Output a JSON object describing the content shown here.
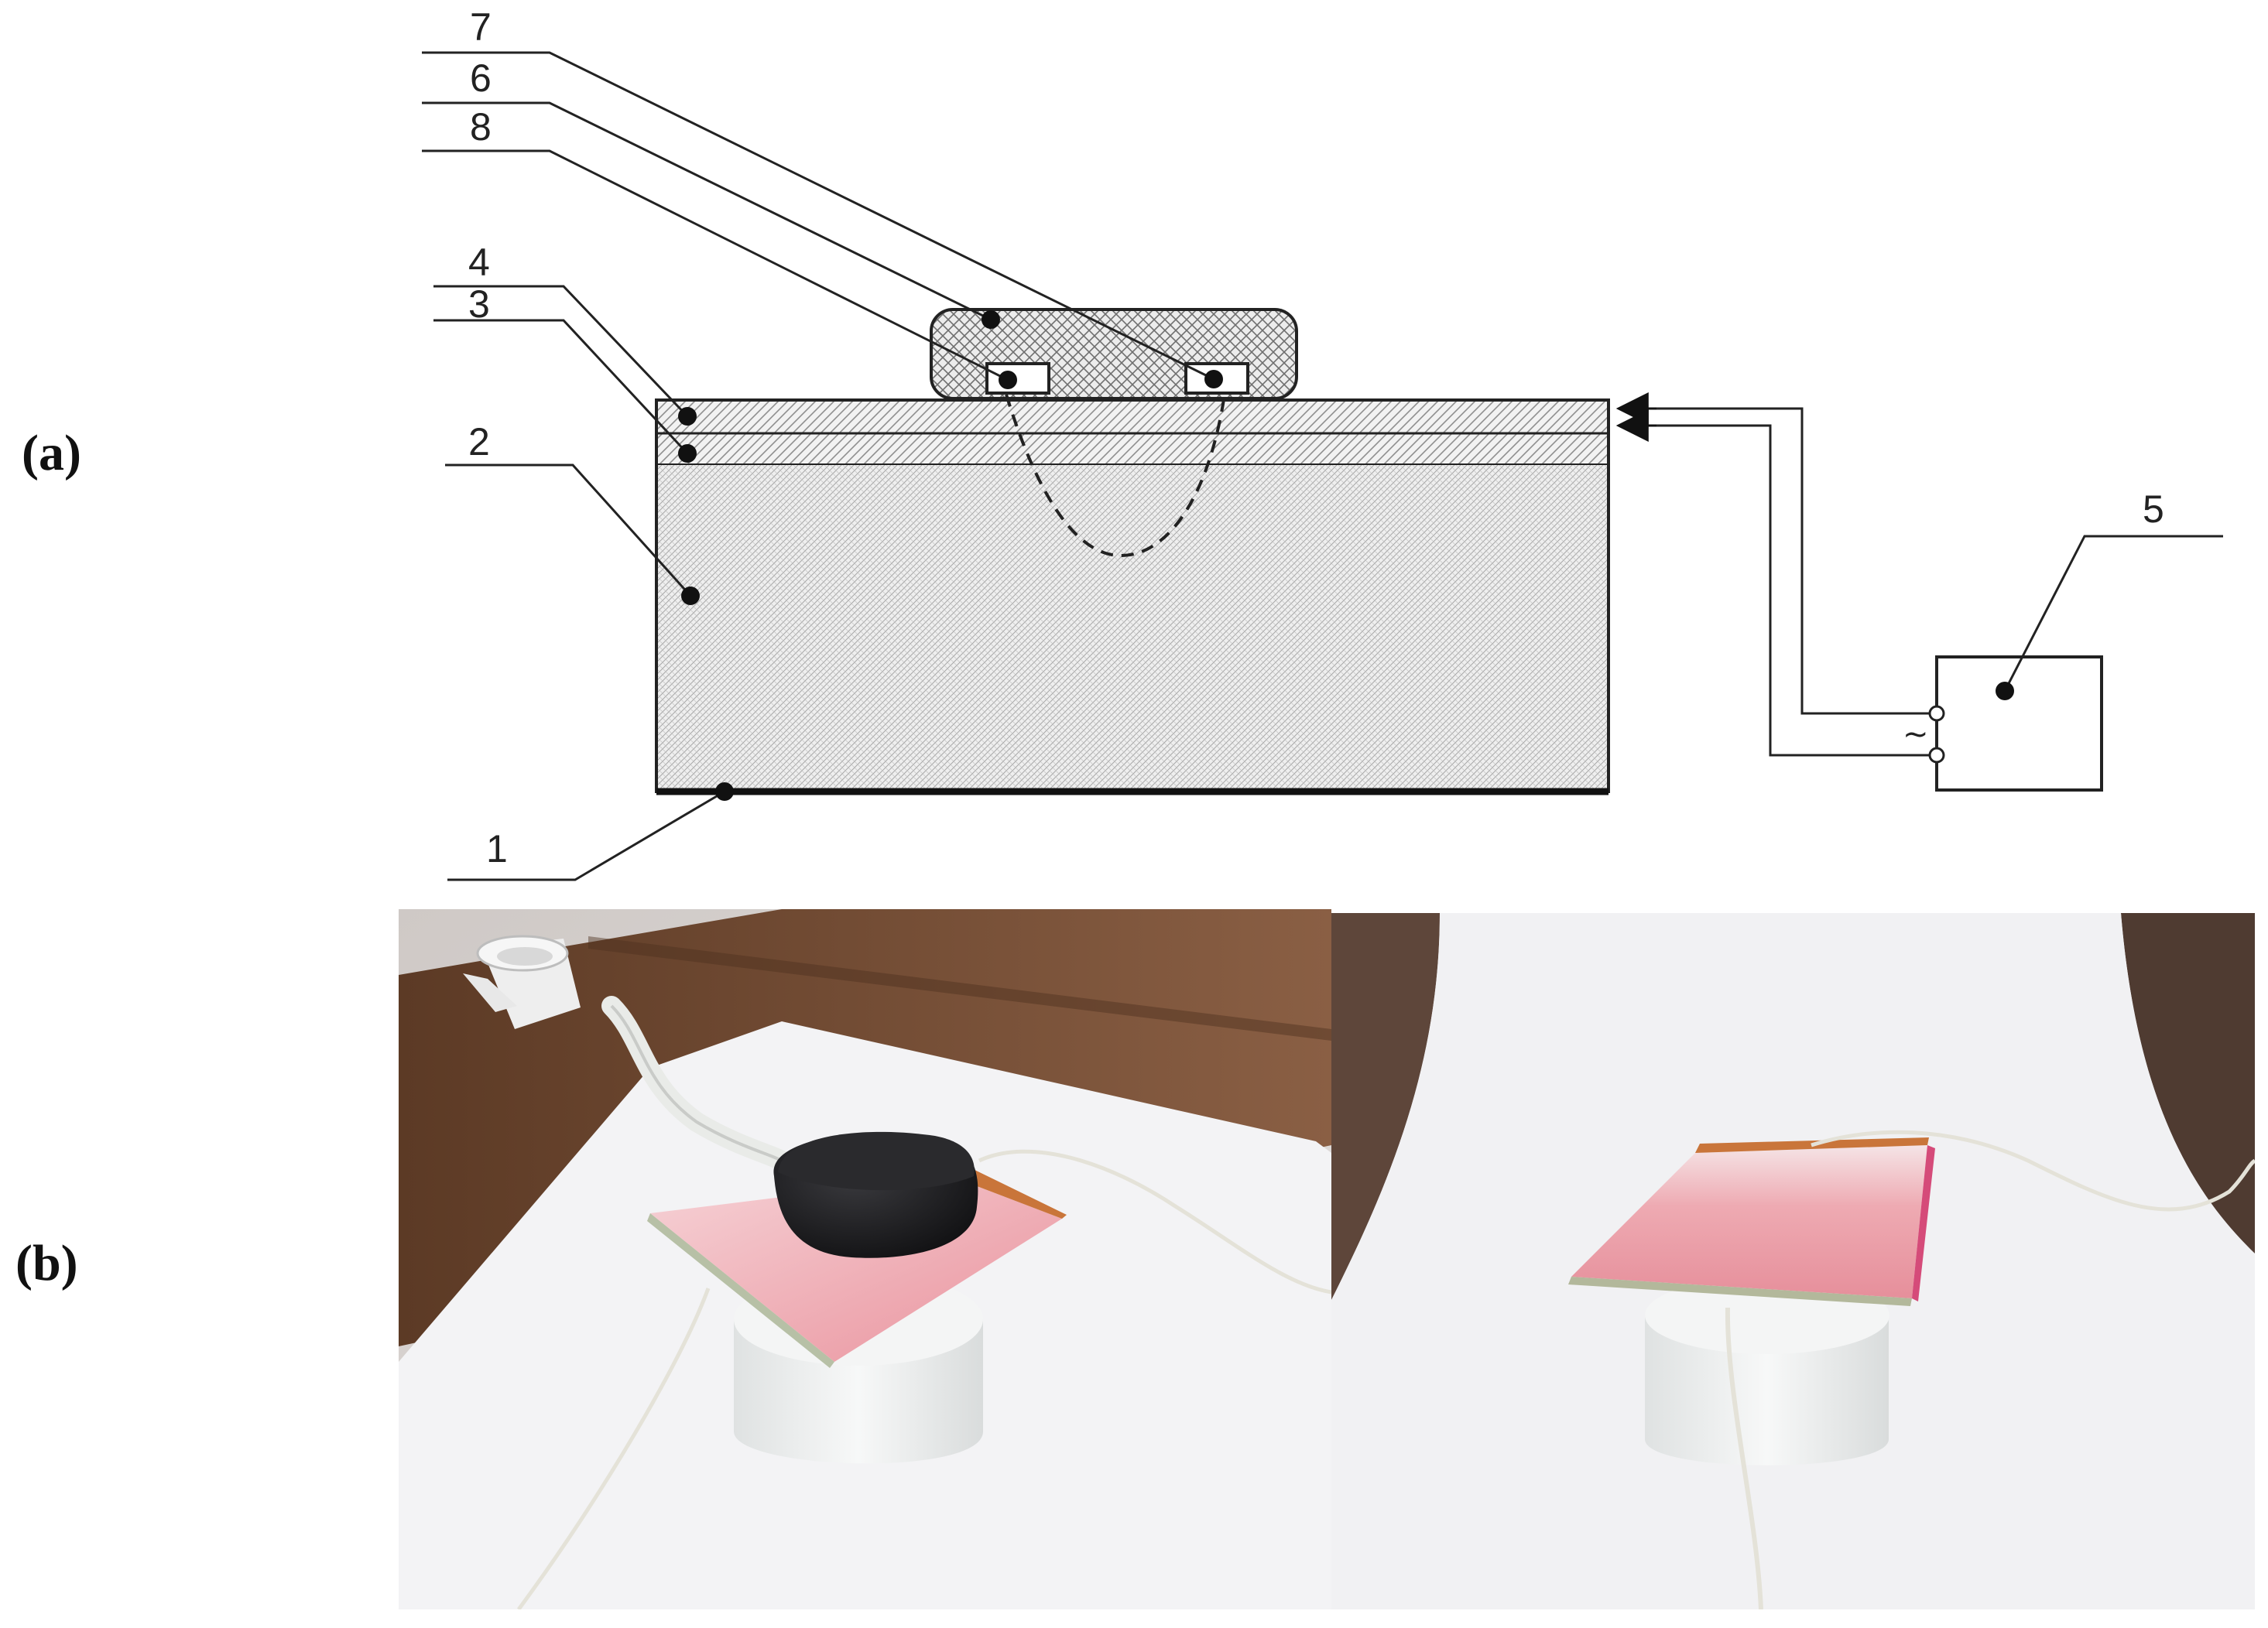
{
  "panels": {
    "a_label": "(a)",
    "b_label": "(b)"
  },
  "callouts": [
    "7",
    "6",
    "8",
    "4",
    "3",
    "2",
    "1",
    "5"
  ],
  "source_symbol": "~",
  "colors": {
    "line": "#222222",
    "hatch": "#9a9a9a",
    "fill_light": "#ededed",
    "desk_wood": "#7a5238",
    "wall": "#d9d5d2",
    "paper": "#f4f4f5",
    "pink_plate": "#efa8b0",
    "copper": "#c9753a",
    "black_puck": "#1c1c1f",
    "white_base": "#eef0f0"
  }
}
